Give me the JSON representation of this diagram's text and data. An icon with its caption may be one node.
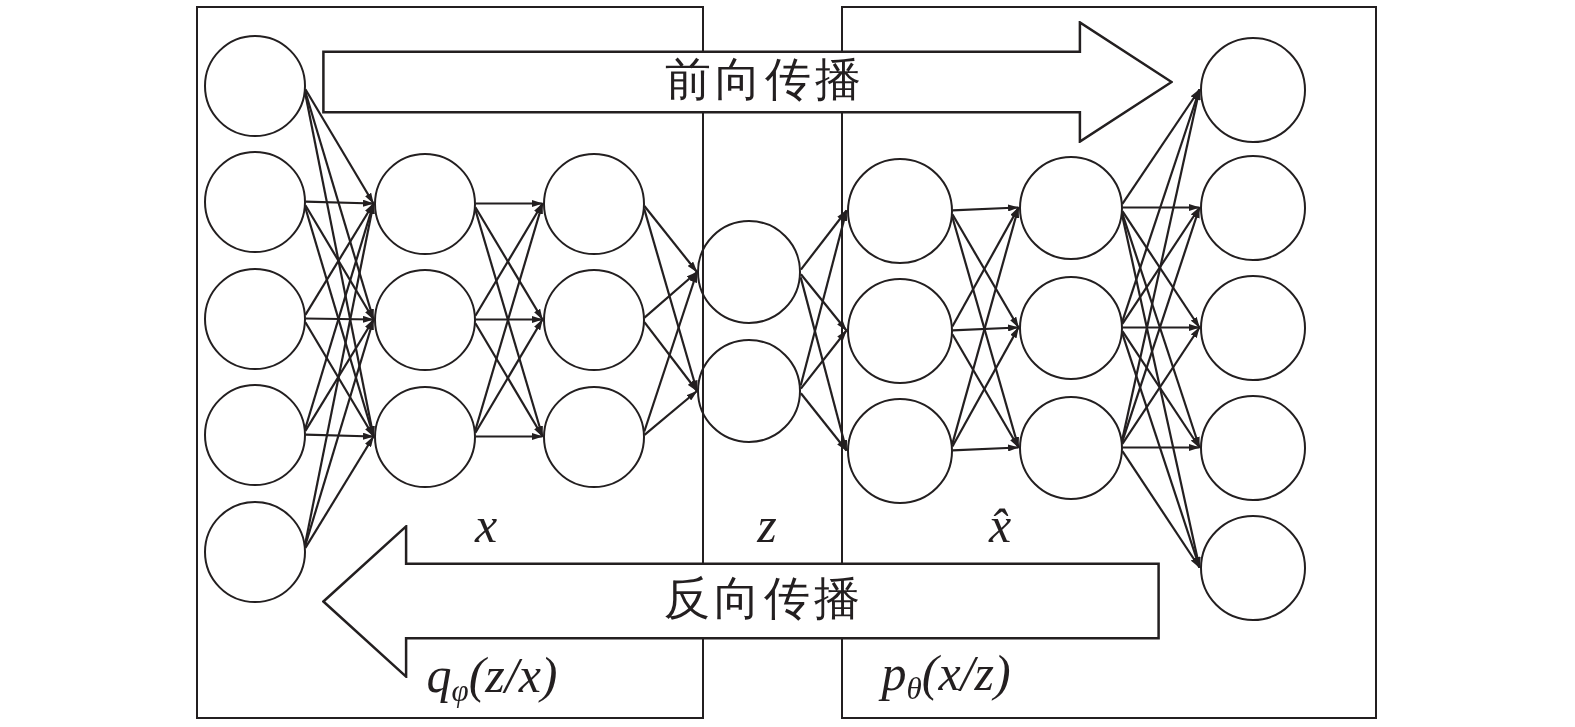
{
  "diagram": {
    "nodes": [
      {
        "text": [
          "q$_{φ}$(z/x)"
        ]
      },
      {
        "text": [],
        "shape": "circle",
        "in": 0
      },
      {
        "text": [],
        "shape": "circle",
        "in": 0
      },
      {
        "text": [],
        "shape": "circle",
        "in": 0
      },
      {
        "text": [],
        "shape": "circle",
        "in": 0
      },
      {
        "text": [],
        "shape": "circle",
        "in": 0
      },
      {
        "text": [],
        "shape": "circle",
        "in": 0
      },
      {
        "text": [],
        "shape": "circle",
        "in": 0
      },
      {
        "text": [],
        "shape": "circle",
        "in": 0
      },
      {
        "text": [],
        "shape": "circle",
        "in": 0
      },
      {
        "text": [],
        "shape": "circle",
        "in": 0
      },
      {
        "text": [],
        "shape": "circle",
        "in": 0
      },
      {
        "text": [],
        "shape": "circle"
      },
      {
        "text": [],
        "shape": "circle"
      },
      {
        "text": [
          "p$_{θ}$(x/z)"
        ]
      },
      {
        "text": [],
        "shape": "circle",
        "in": 14
      },
      {
        "text": [],
        "shape": "circle",
        "in": 14
      },
      {
        "text": [],
        "shape": "circle",
        "in": 14
      },
      {
        "text": [],
        "shape": "circle",
        "in": 14
      },
      {
        "text": [],
        "shape": "circle",
        "in": 14
      },
      {
        "text": [],
        "shape": "circle",
        "in": 14
      },
      {
        "text": [],
        "shape": "circle",
        "in": 14
      },
      {
        "text": [],
        "shape": "circle",
        "in": 14
      },
      {
        "text": [],
        "shape": "circle",
        "in": 14
      },
      {
        "text": [],
        "shape": "circle",
        "in": 14
      },
      {
        "text": [],
        "shape": "circle",
        "in": 14
      },
      {
        "text": [
          "前向传播"
        ]
      },
      {
        "text": [
          "反向传播"
        ]
      }
    ],
    "edges": [
      {
        "from": 1,
        "to": 6,
        "arrow": "to"
      },
      {
        "from": 1,
        "to": 7,
        "arrow": "to"
      },
      {
        "from": 1,
        "to": 8,
        "arrow": "to"
      },
      {
        "from": 2,
        "to": 6,
        "arrow": "to"
      },
      {
        "from": 2,
        "to": 7,
        "arrow": "to"
      },
      {
        "from": 2,
        "to": 8,
        "arrow": "to"
      },
      {
        "from": 3,
        "to": 6,
        "arrow": "to"
      },
      {
        "from": 3,
        "to": 7,
        "arrow": "to"
      },
      {
        "from": 3,
        "to": 8,
        "arrow": "to"
      },
      {
        "from": 4,
        "to": 6,
        "arrow": "to"
      },
      {
        "from": 4,
        "to": 7,
        "arrow": "to"
      },
      {
        "from": 4,
        "to": 8,
        "arrow": "to"
      },
      {
        "from": 5,
        "to": 6,
        "arrow": "to"
      },
      {
        "from": 5,
        "to": 7,
        "arrow": "to"
      },
      {
        "from": 5,
        "to": 8,
        "arrow": "to"
      },
      {
        "from": 6,
        "to": 9,
        "arrow": "to"
      },
      {
        "from": 6,
        "to": 10,
        "arrow": "to"
      },
      {
        "from": 6,
        "to": 11,
        "arrow": "to"
      },
      {
        "from": 7,
        "to": 9,
        "arrow": "to"
      },
      {
        "from": 7,
        "to": 10,
        "arrow": "to"
      },
      {
        "from": 7,
        "to": 11,
        "arrow": "to"
      },
      {
        "from": 8,
        "to": 9,
        "arrow": "to"
      },
      {
        "from": 8,
        "to": 10,
        "arrow": "to"
      },
      {
        "from": 8,
        "to": 11,
        "arrow": "to"
      },
      {
        "from": 9,
        "to": 12,
        "arrow": "to"
      },
      {
        "from": 9,
        "to": 13,
        "arrow": "to"
      },
      {
        "from": 10,
        "to": 12,
        "arrow": "to"
      },
      {
        "from": 10,
        "to": 13,
        "arrow": "to"
      },
      {
        "from": 11,
        "to": 12,
        "arrow": "to"
      },
      {
        "from": 11,
        "to": 13,
        "arrow": "to"
      },
      {
        "from": 12,
        "to": 15,
        "arrow": "to"
      },
      {
        "from": 12,
        "to": 16,
        "arrow": "to"
      },
      {
        "from": 12,
        "to": 17,
        "arrow": "to"
      },
      {
        "from": 13,
        "to": 15,
        "arrow": "to"
      },
      {
        "from": 13,
        "to": 16,
        "arrow": "to"
      },
      {
        "from": 13,
        "to": 17,
        "arrow": "to"
      },
      {
        "from": 15,
        "to": 18,
        "arrow": "to"
      },
      {
        "from": 15,
        "to": 19,
        "arrow": "to"
      },
      {
        "from": 15,
        "to": 20,
        "arrow": "to"
      },
      {
        "from": 16,
        "to": 18,
        "arrow": "to"
      },
      {
        "from": 16,
        "to": 19,
        "arrow": "to"
      },
      {
        "from": 16,
        "to": 20,
        "arrow": "to"
      },
      {
        "from": 17,
        "to": 18,
        "arrow": "to"
      },
      {
        "from": 17,
        "to": 19,
        "arrow": "to"
      },
      {
        "from": 17,
        "to": 20,
        "arrow": "to"
      },
      {
        "from": 18,
        "to": 21,
        "arrow": "to"
      },
      {
        "from": 18,
        "to": 22,
        "arrow": "to"
      },
      {
        "from": 18,
        "to": 23,
        "arrow": "to"
      },
      {
        "from": 18,
        "to": 24,
        "arrow": "to"
      },
      {
        "from": 18,
        "to": 25,
        "arrow": "to"
      },
      {
        "from": 19,
        "to": 21,
        "arrow": "to"
      },
      {
        "from": 19,
        "to": 22,
        "arrow": "to"
      },
      {
        "from": 19,
        "to": 23,
        "arrow": "to"
      },
      {
        "from": 19,
        "to": 24,
        "arrow": "to"
      },
      {
        "from": 19,
        "to": 25,
        "arrow": "to"
      },
      {
        "from": 20,
        "to": 21,
        "arrow": "to"
      },
      {
        "from": 20,
        "to": 22,
        "arrow": "to"
      },
      {
        "from": 20,
        "to": 23,
        "arrow": "to"
      },
      {
        "from": 20,
        "to": 24,
        "arrow": "to"
      },
      {
        "from": 20,
        "to": 25,
        "arrow": "to"
      }
    ],
    "labels": [
      "x",
      "z",
      "x̂"
    ]
  }
}
